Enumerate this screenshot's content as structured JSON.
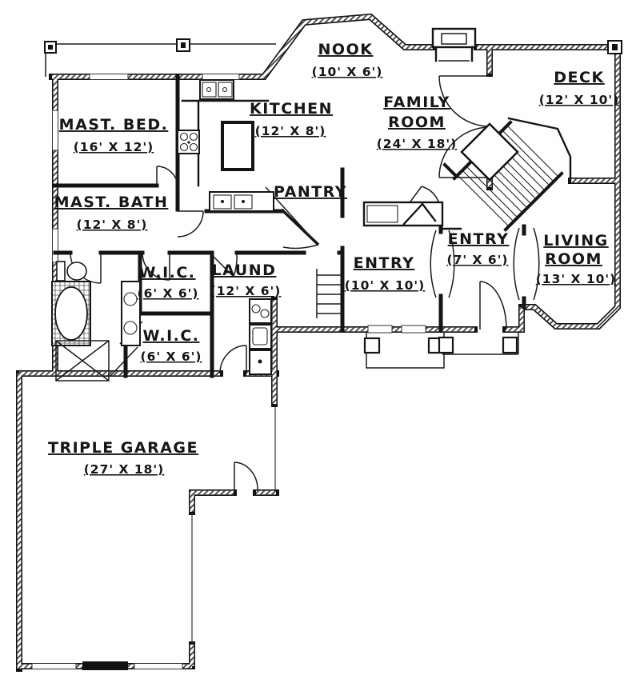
{
  "plan": {
    "colors": {
      "ink": "#161616",
      "paper": "#fefefe"
    },
    "rooms": [
      {
        "name": "NOOK",
        "dims": "(10' X 6')"
      },
      {
        "name": "DECK",
        "dims": "(12' X 10')"
      },
      {
        "name": "MAST. BED.",
        "dims": "(16' X 12')"
      },
      {
        "name": "KITCHEN",
        "dims": "(12' X 8')"
      },
      {
        "name": "FAMILY",
        "name2": "ROOM",
        "dims": "(24' X 18')"
      },
      {
        "name": "MAST. BATH",
        "dims": "(12' X 8')"
      },
      {
        "name": "PANTRY"
      },
      {
        "name": "W.I.C.",
        "dims": "(6' X 6')"
      },
      {
        "name": "LAUND",
        "dims": "(12' X 6')"
      },
      {
        "name": "W.I.C.",
        "dims": "(6' X 6')"
      },
      {
        "name": "ENTRY",
        "dims": "(10' X 10')"
      },
      {
        "name": "ENTRY",
        "dims": "(7' X 6')"
      },
      {
        "name": "LIVING",
        "name2": "ROOM",
        "dims": "(13' X 10')"
      },
      {
        "name": "TRIPLE GARAGE",
        "dims": "(27' X 18')"
      }
    ]
  }
}
